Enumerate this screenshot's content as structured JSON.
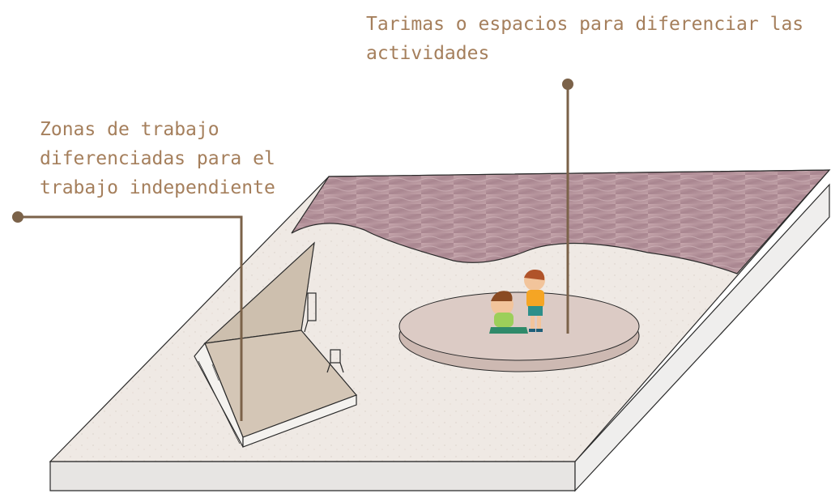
{
  "annotations": {
    "top": {
      "line1": [
        "Tarimas",
        "o",
        "espacios",
        "para",
        "diferenciar",
        "las"
      ],
      "line2": "actividades"
    },
    "left": {
      "line1": [
        "Zonas",
        "de",
        "trabajo"
      ],
      "line2": [
        "diferenciadas",
        "para",
        "el"
      ],
      "line3": "trabajo independiente"
    }
  },
  "colors": {
    "label_text": "#a57f5c",
    "leader_line": "#7b6249",
    "floor": "#efe9e4",
    "carpet": "#b8949b",
    "platform": "#dccbc5",
    "desk_panel": "#cdbfae"
  },
  "icons": [
    "leader-dot-icon",
    "children-playing-illustration",
    "chair-icon"
  ]
}
